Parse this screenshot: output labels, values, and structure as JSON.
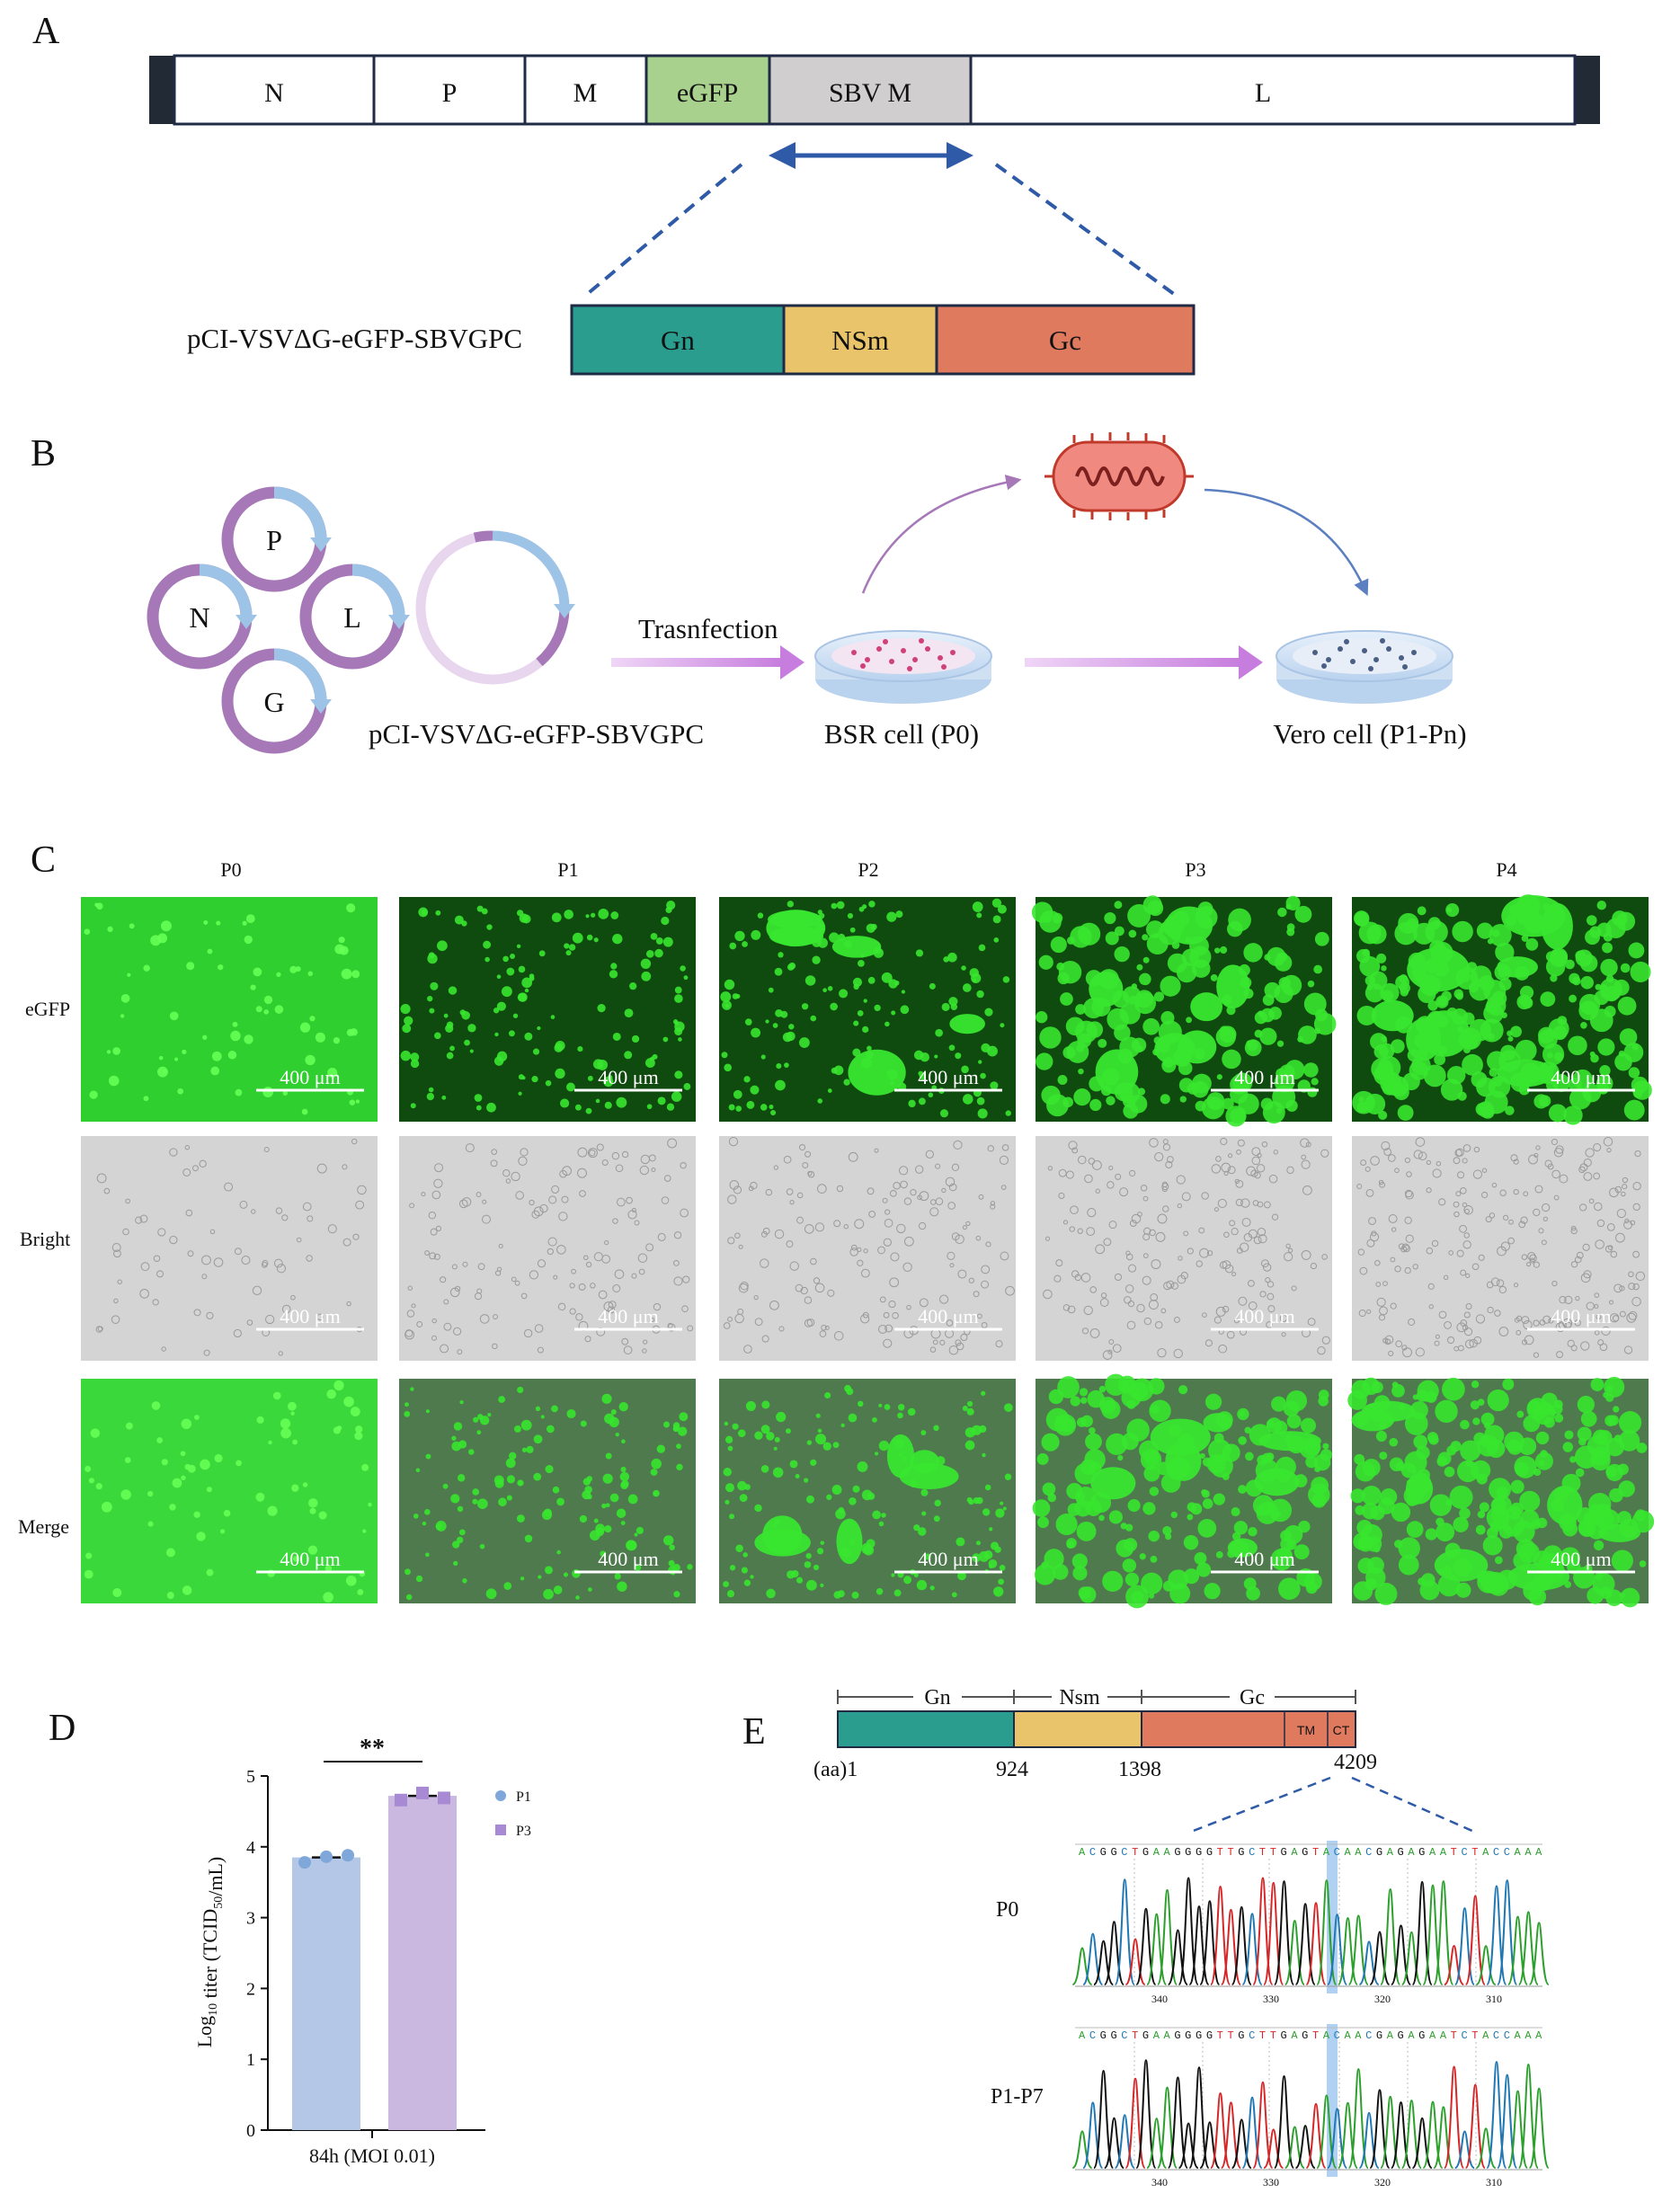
{
  "panels": {
    "a": "A",
    "b": "B",
    "c": "C",
    "d": "D",
    "e": "E"
  },
  "genome": {
    "segments": [
      "N",
      "P",
      "M",
      "eGFP",
      "SBV M",
      "L"
    ],
    "colors": {
      "egfp": "#a9d18e",
      "sbvm": "#d0cece",
      "end": "#222a35",
      "border": "#1f2a44"
    }
  },
  "construct": {
    "name": "pCI-VSVΔG-eGFP-SBVGPC",
    "genes": [
      "Gn",
      "NSm",
      "Gc"
    ],
    "colors": {
      "gn": "#2a9d8f",
      "nsm": "#e9c46a",
      "gc": "#e07a5f"
    }
  },
  "rescue": {
    "plasmids": [
      "P",
      "N",
      "L",
      "G"
    ],
    "plasmid_label": "pCI-VSVΔG-eGFP-SBVGPC",
    "step": "Trasnfection",
    "dish_left": "BSR cell (P0)",
    "dish_right": "Vero cell (P1-Pn)",
    "colors": {
      "ring": "#a678b8",
      "arrow": "#9dc3e6",
      "flow": "#c77dde"
    }
  },
  "micrographs": {
    "columns": [
      "P0",
      "P1",
      "P2",
      "P3",
      "P4"
    ],
    "rows": [
      "eGFP",
      "Bright",
      "Merge"
    ],
    "scale_bar": "400 μm",
    "colors": {
      "green": "#39e62f",
      "dark": "#0b3a0b",
      "bright": "#d9d9d9"
    }
  },
  "chart_data": {
    "type": "bar",
    "categories": [
      "84h (MOI 0.01)"
    ],
    "series": [
      {
        "name": "P1",
        "values": [
          3.85
        ],
        "points": [
          3.78,
          3.86,
          3.88
        ],
        "color": "#b4c7e7",
        "marker": "#7fa7d9"
      },
      {
        "name": "P3",
        "values": [
          4.72
        ],
        "points": [
          4.66,
          4.76,
          4.69
        ],
        "color": "#cbb8e0",
        "marker": "#a889d4"
      }
    ],
    "ylabel": "Log10 titer (TCID50/mL)",
    "ylim": [
      0,
      5
    ],
    "yticks": [
      0,
      1,
      2,
      3,
      4,
      5
    ],
    "significance": "**",
    "legend": "right"
  },
  "gpc_map": {
    "domains": [
      "Gn",
      "Nsm",
      "Gc"
    ],
    "subdomains": [
      "TM",
      "CT"
    ],
    "positions": [
      "(aa)1",
      "924",
      "1398",
      "4209"
    ],
    "sample_top": "P0",
    "sample_bottom": "P1-P7",
    "sequence": "ACGGCTGAAGGGGTTGCTTGAGTACAACGAGAGAATCTACCAAA",
    "ticks_top": [
      "340",
      "330",
      "320",
      "310"
    ],
    "ticks_bottom": [
      "340",
      "330",
      "320",
      "310"
    ],
    "colors": {
      "a": "#2ca02c",
      "c": "#1f77b4",
      "g": "#111111",
      "t": "#d62728",
      "hl": "#9ec5f0"
    }
  }
}
